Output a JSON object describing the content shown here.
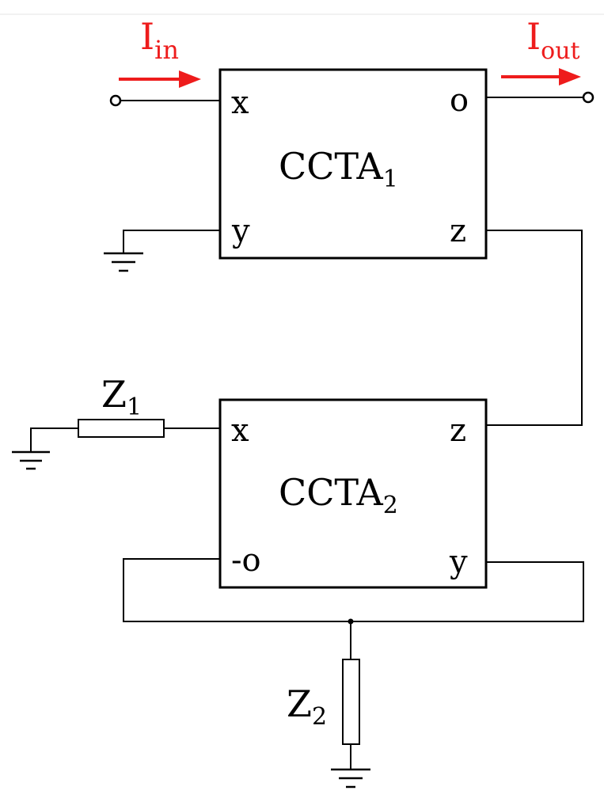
{
  "input_current": {
    "symbol": "I",
    "subscript": "in",
    "color": "#ee1c1c"
  },
  "output_current": {
    "symbol": "I",
    "subscript": "out",
    "color": "#ee1c1c"
  },
  "ccta1": {
    "name": "CCTA",
    "subscript": "1",
    "ports": {
      "x": "x",
      "y": "y",
      "o": "o",
      "z": "z"
    }
  },
  "ccta2": {
    "name": "CCTA",
    "subscript": "2",
    "ports": {
      "x": "x",
      "z": "z",
      "neg_o": "-o",
      "y": "y"
    }
  },
  "z1": {
    "symbol": "Z",
    "subscript": "1"
  },
  "z2": {
    "symbol": "Z",
    "subscript": "2"
  }
}
